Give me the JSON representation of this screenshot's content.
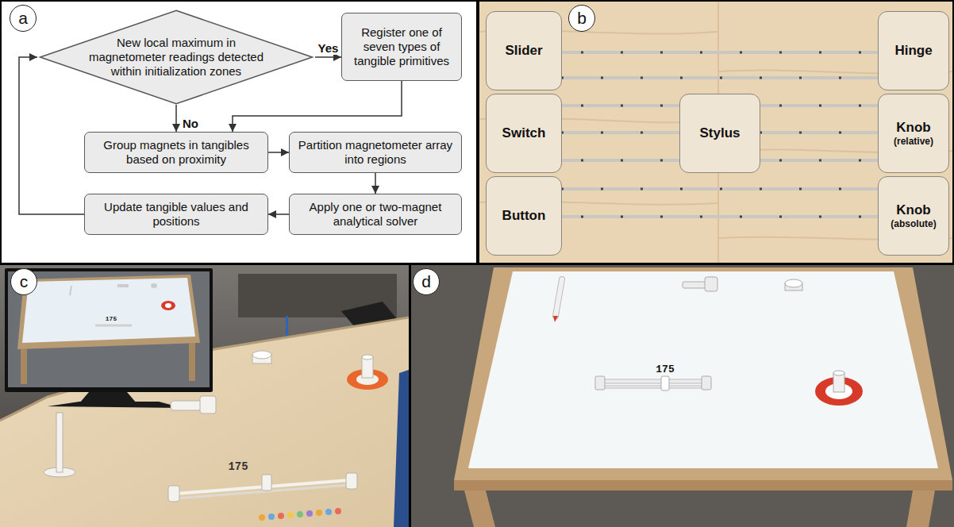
{
  "diagram": {
    "nodes": [
      {
        "text": [
          "a"
        ]
      },
      {
        "text": [
          "New local maximum in magnetometer readings detected within initialization zones"
        ]
      },
      {
        "text": [
          "Register one of seven types of tangible primitives"
        ]
      },
      {
        "text": [
          "Group magnets in tangibles based on proximity"
        ]
      },
      {
        "text": [
          "Partition magnetometer array into regions"
        ]
      },
      {
        "text": [
          "Apply one or two-magnet analytical solver"
        ]
      },
      {
        "text": [
          "Update tangible values and positions"
        ]
      },
      {
        "text": [
          "b"
        ]
      },
      {
        "text": [
          "Slider"
        ]
      },
      {
        "text": [
          "Hinge"
        ]
      },
      {
        "text": [
          "Switch"
        ]
      },
      {
        "text": [
          "Stylus"
        ]
      },
      {
        "text": [
          "Knob",
          "(relative)"
        ]
      },
      {
        "text": [
          "Button"
        ]
      },
      {
        "text": [
          "Knob",
          "(absolute)"
        ]
      },
      {
        "text": [
          "c"
        ]
      },
      {
        "text": [
          "d"
        ]
      }
    ],
    "edges": [
      {
        "from": 1,
        "to": 2,
        "label": "Yes",
        "arrow": "to"
      },
      {
        "from": 1,
        "to": 3,
        "label": "No",
        "arrow": "to"
      },
      {
        "from": 2,
        "to": 3,
        "arrow": "to"
      },
      {
        "from": 3,
        "to": 4,
        "arrow": "to"
      },
      {
        "from": 4,
        "to": 5,
        "arrow": "to"
      },
      {
        "from": 5,
        "to": 6,
        "arrow": "to"
      },
      {
        "from": 6,
        "to": 1,
        "arrow": "to"
      }
    ],
    "labels": [
      "175",
      "175",
      "175"
    ]
  }
}
